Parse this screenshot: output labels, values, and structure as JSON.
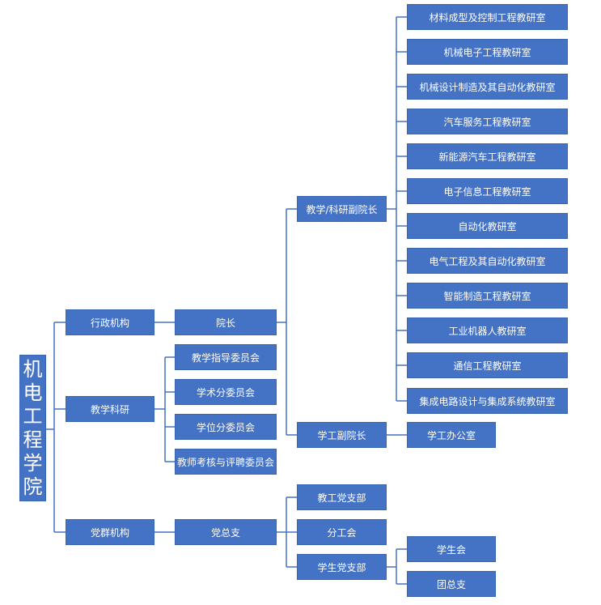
{
  "root": {
    "chars": [
      "机",
      "电",
      "工",
      "程",
      "学",
      "院"
    ]
  },
  "level1": {
    "admin": "行政机构",
    "teaching": "教学科研",
    "party": "党群机构"
  },
  "level2": {
    "dean": "院长",
    "committees": [
      "教学指导委员会",
      "学术分委员会",
      "学位分委员会",
      "教师考核与评聘委员会"
    ],
    "party_branch": "党总支"
  },
  "level3": {
    "vice_dean_teaching": "教学/科研副院长",
    "vice_dean_student": "学工副院长",
    "party_units": [
      "教工党支部",
      "分工会",
      "学生党支部"
    ]
  },
  "level4": {
    "teaching_offices": [
      "材料成型及控制工程教研室",
      "机械电子工程教研室",
      "机械设计制造及其自动化教研室",
      "汽车服务工程教研室",
      "新能源汽车工程教研室",
      "电子信息工程教研室",
      "自动化教研室",
      "电气工程及其自动化教研室",
      "智能制造工程教研室",
      "工业机器人教研室",
      "通信工程教研室",
      "集成电路设计与集成系统教研室"
    ],
    "student_office": "学工办公室",
    "student_orgs": [
      "学生会",
      "团总支"
    ]
  },
  "colors": {
    "box": "#4472c4",
    "line": "#4472c4",
    "text": "#ffffff"
  }
}
